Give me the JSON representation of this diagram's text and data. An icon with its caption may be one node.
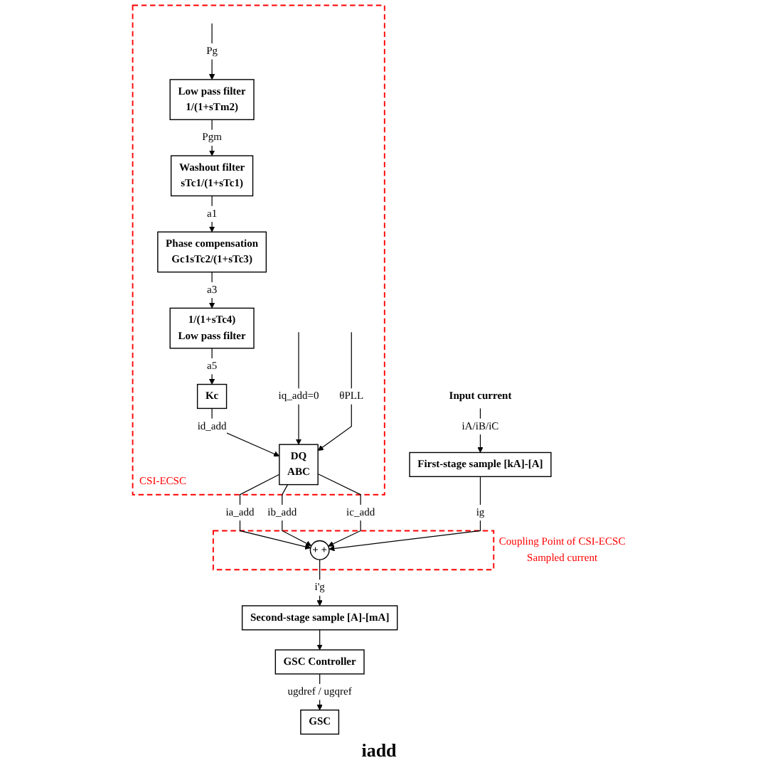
{
  "diagram": {
    "nodes": [
      {
        "text": [
          "CSI-ECSC"
        ]
      },
      {
        "text": [
          "Low pass filter",
          "1/(1+sTm2)"
        ],
        "in": 0
      },
      {
        "text": [
          "Washout filter",
          "sTc1/(1+sTc1)"
        ],
        "in": 0
      },
      {
        "text": [
          "Phase compensation",
          "Gc1sTc2/(1+sTc3)"
        ],
        "in": 0
      },
      {
        "text": [
          "1/(1+sTc4)",
          "Low pass filter"
        ],
        "in": 0
      },
      {
        "text": [
          "Kc"
        ],
        "in": 0
      },
      {
        "text": [
          "DQ",
          "ABC"
        ],
        "in": 0
      },
      {
        "text": [
          "Input current"
        ]
      },
      {
        "text": [
          "First-stage sample [kA]-[A]"
        ]
      },
      {
        "text": [
          "Coupling Point of CSI-ECSC",
          "Sampled current"
        ]
      },
      {
        "text": [
          "+ +"
        ],
        "in": 9
      },
      {
        "text": [
          "Second-stage sample [A]-[mA]"
        ]
      },
      {
        "text": [
          "GSC Controller"
        ]
      },
      {
        "text": [
          "GSC"
        ]
      }
    ],
    "edges": [
      {
        "from": null,
        "to": 1,
        "arrow": "to",
        "label": "Pg"
      },
      {
        "from": 1,
        "to": 2,
        "arrow": "to",
        "label": "Pgm"
      },
      {
        "from": 2,
        "to": 3,
        "arrow": "to",
        "label": "a1"
      },
      {
        "from": 3,
        "to": 4,
        "arrow": "to",
        "label": "a3"
      },
      {
        "from": 4,
        "to": 5,
        "arrow": "to",
        "label": "a5"
      },
      {
        "from": 5,
        "to": 6,
        "arrow": "to",
        "label": "id_add"
      },
      {
        "from": null,
        "to": 6,
        "arrow": "to",
        "label": "iq_add=0"
      },
      {
        "from": null,
        "to": 6,
        "arrow": "to",
        "label": "θPLL"
      },
      {
        "from": 6,
        "to": 10,
        "arrow": "to",
        "label": "ia_add"
      },
      {
        "from": 6,
        "to": 10,
        "arrow": "to",
        "label": "ib_add"
      },
      {
        "from": 6,
        "to": 10,
        "arrow": "to",
        "label": "ic_add"
      },
      {
        "from": 7,
        "to": 8,
        "arrow": "to",
        "label": "iA/iB/iC"
      },
      {
        "from": 8,
        "to": 10,
        "arrow": "to",
        "label": "ig"
      },
      {
        "from": 10,
        "to": 11,
        "arrow": "to",
        "label": "i'g"
      },
      {
        "from": 11,
        "to": 12,
        "arrow": "to"
      },
      {
        "from": 12,
        "to": 13,
        "arrow": "to",
        "label": "ugdref / ugqref"
      }
    ],
    "labels": [
      "iadd"
    ]
  }
}
